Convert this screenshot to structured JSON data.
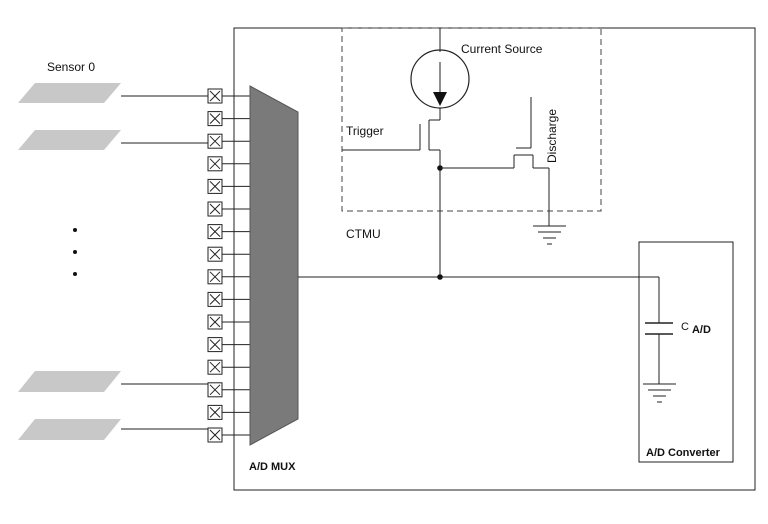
{
  "labels": {
    "sensor": "Sensor 0",
    "current_source": "Current Source",
    "trigger": "Trigger",
    "discharge": "Discharge",
    "ctmu": "CTMU",
    "cap_c": "C",
    "cap_sub": "A/D",
    "mux": "A/D MUX",
    "converter": "A/D Converter",
    "ellipsis": "• • •"
  },
  "switch_count": 16,
  "sensors_shown": 4,
  "colors": {
    "line": "#222222",
    "mux_fill": "#7a7a7a",
    "sensor_fill": "#c8c8c8",
    "dashed_box": "#444444"
  }
}
